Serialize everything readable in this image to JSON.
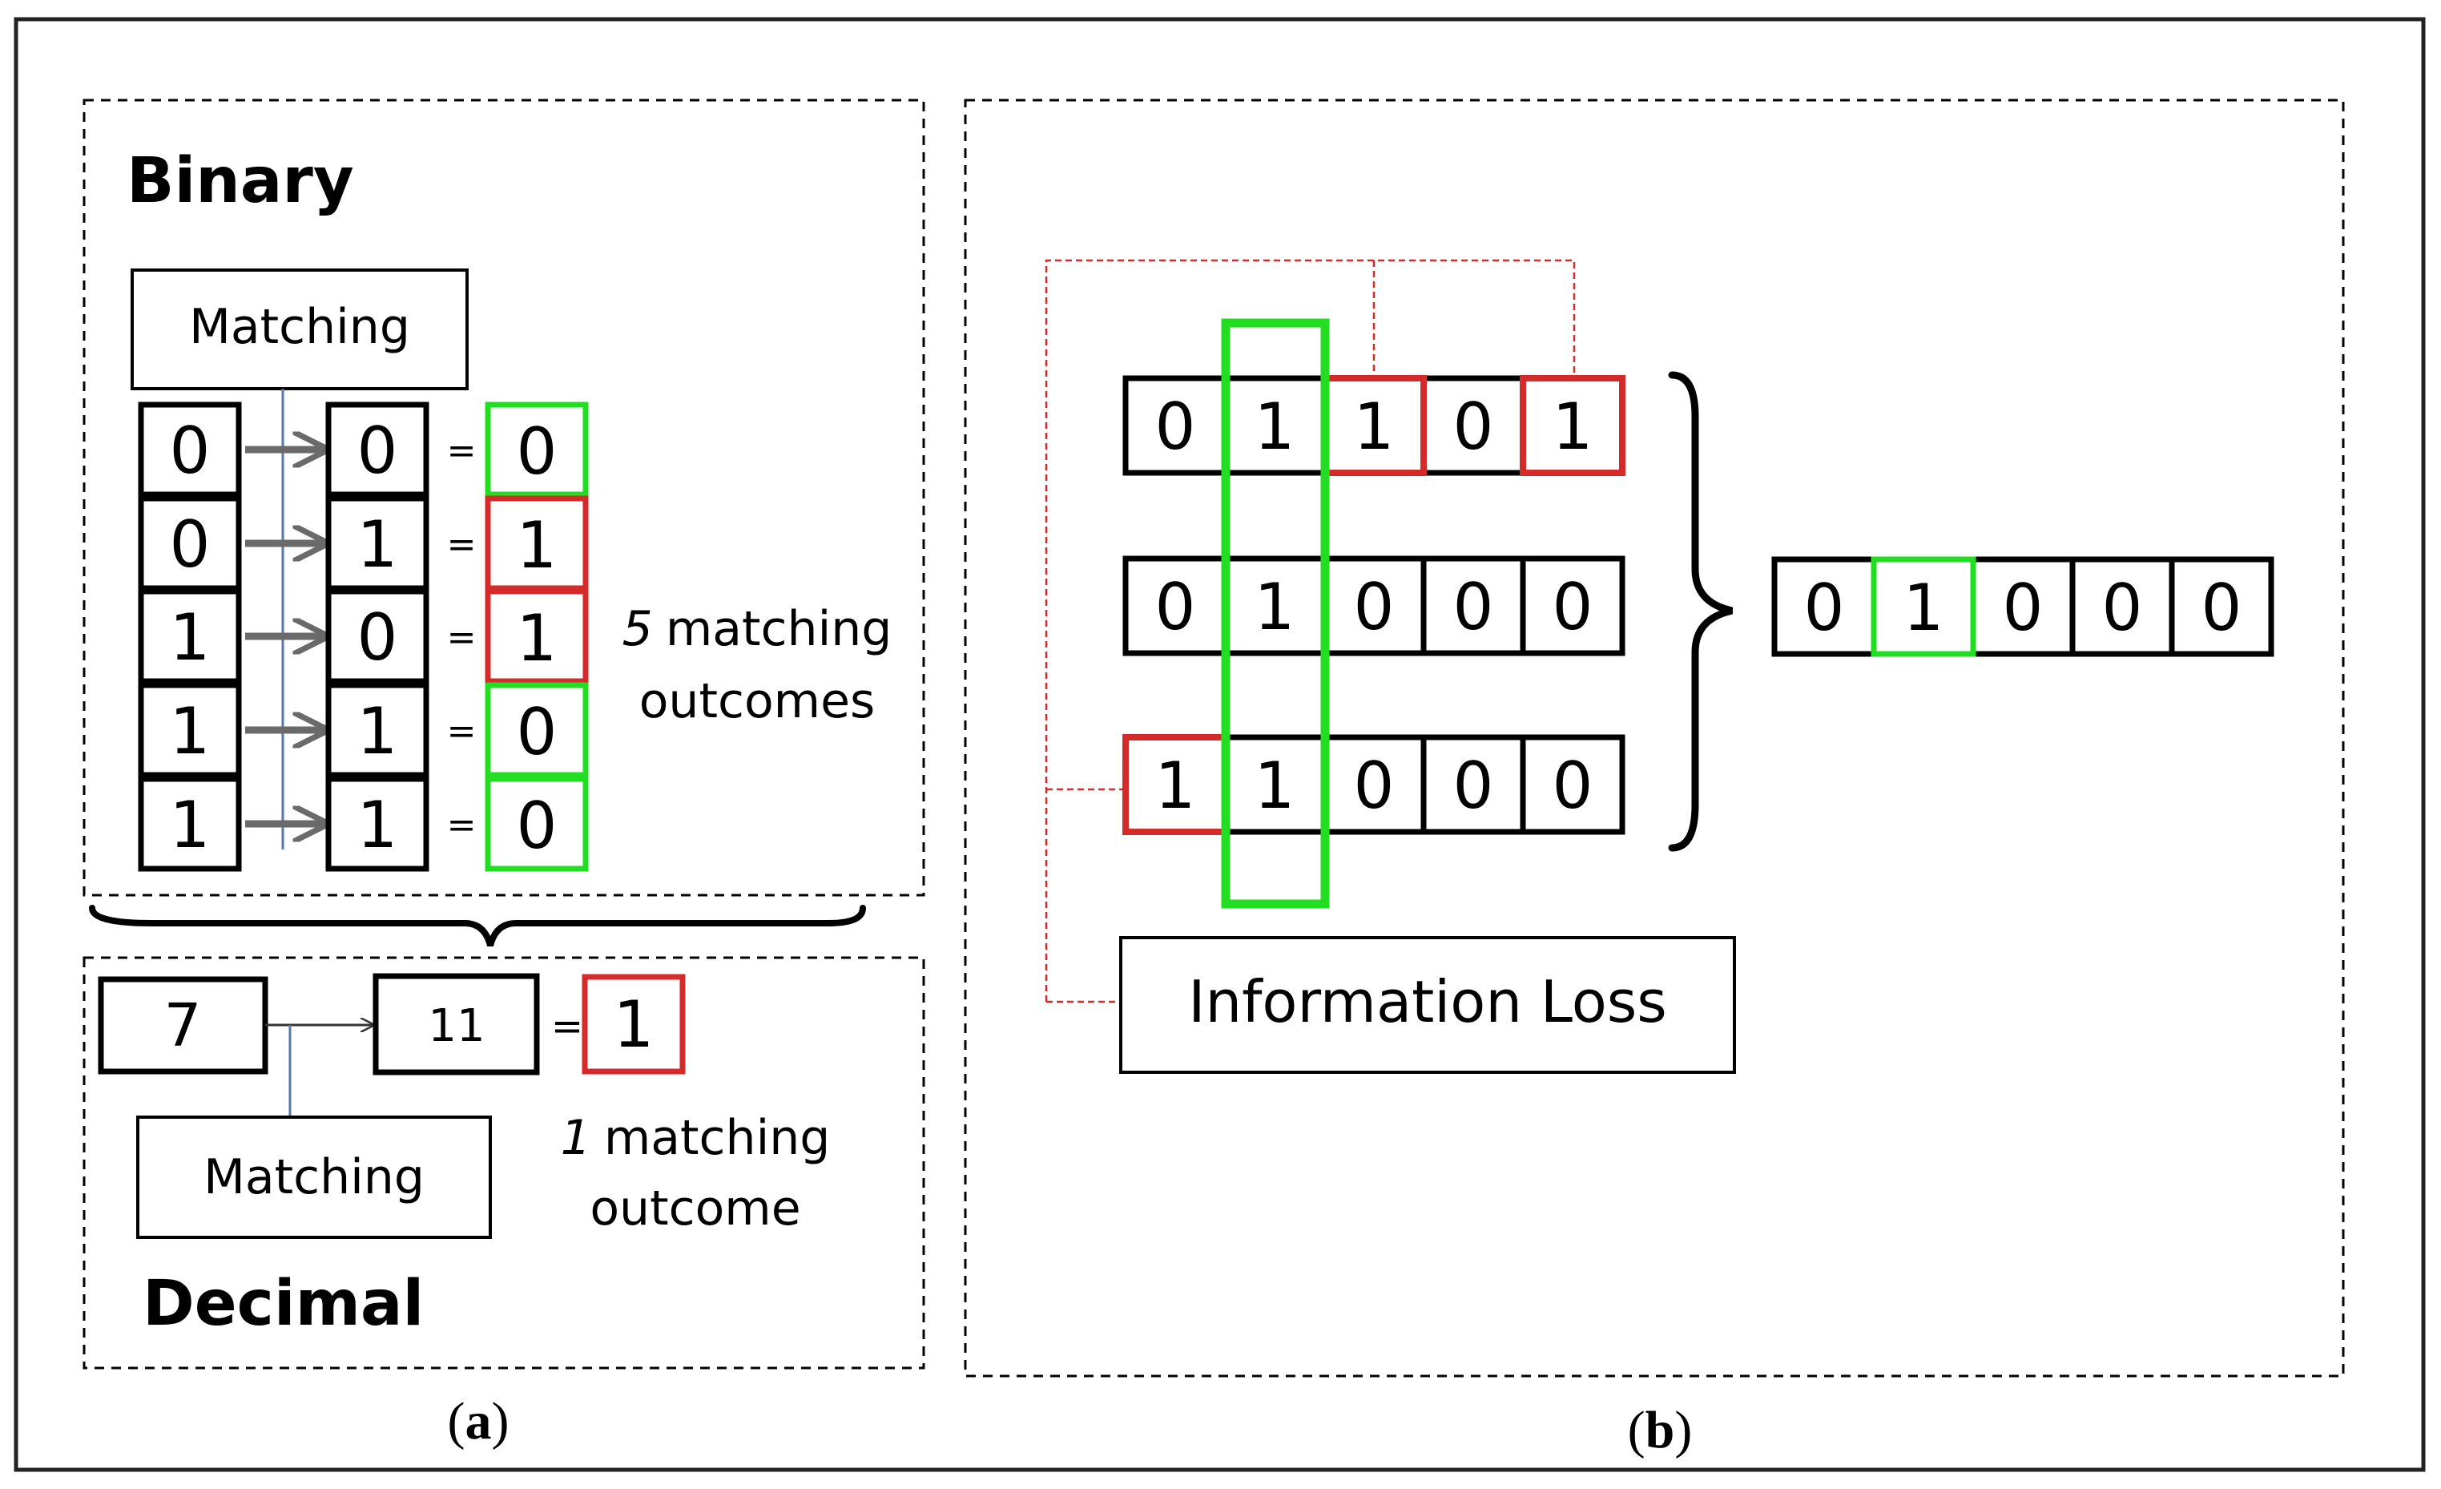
{
  "colors": {
    "black": "#000000",
    "red": "#d42a2a",
    "green": "#22dd22",
    "gray_arrow": "#6a6a6a",
    "blue_line": "#5577aa"
  },
  "panel_a": {
    "caption_open": "(",
    "caption_letter": "a",
    "caption_close": ")",
    "binary": {
      "title": "Binary",
      "matching_label": "Matching",
      "left_bits": [
        "0",
        "0",
        "1",
        "1",
        "1"
      ],
      "right_bits": [
        "0",
        "1",
        "0",
        "1",
        "1"
      ],
      "equals": "=",
      "results": [
        {
          "value": "0",
          "highlight": "green"
        },
        {
          "value": "1",
          "highlight": "red"
        },
        {
          "value": "1",
          "highlight": "red"
        },
        {
          "value": "0",
          "highlight": "green"
        },
        {
          "value": "0",
          "highlight": "green"
        }
      ],
      "count_number": "5",
      "count_text_line1": "matching",
      "count_text_line2": "outcomes"
    },
    "decimal": {
      "title": "Decimal",
      "matching_label": "Matching",
      "left_value": "7",
      "right_value": "11",
      "equals": "=",
      "result": {
        "value": "1",
        "highlight": "red"
      },
      "count_number": "1",
      "count_text_line1": "matching",
      "count_text_line2": "outcome"
    }
  },
  "panel_b": {
    "caption_open": "(",
    "caption_letter": "b",
    "caption_close": ")",
    "rows": [
      {
        "bits": [
          "0",
          "1",
          "1",
          "0",
          "1"
        ],
        "red_cells": [
          2,
          4
        ]
      },
      {
        "bits": [
          "0",
          "1",
          "0",
          "0",
          "0"
        ],
        "red_cells": []
      },
      {
        "bits": [
          "1",
          "1",
          "0",
          "0",
          "0"
        ],
        "red_cells": [
          0
        ]
      }
    ],
    "highlight_column": 1,
    "result_bits": [
      "0",
      "1",
      "0",
      "0",
      "0"
    ],
    "result_green_cell": 1,
    "loss_label": "Information Loss"
  }
}
